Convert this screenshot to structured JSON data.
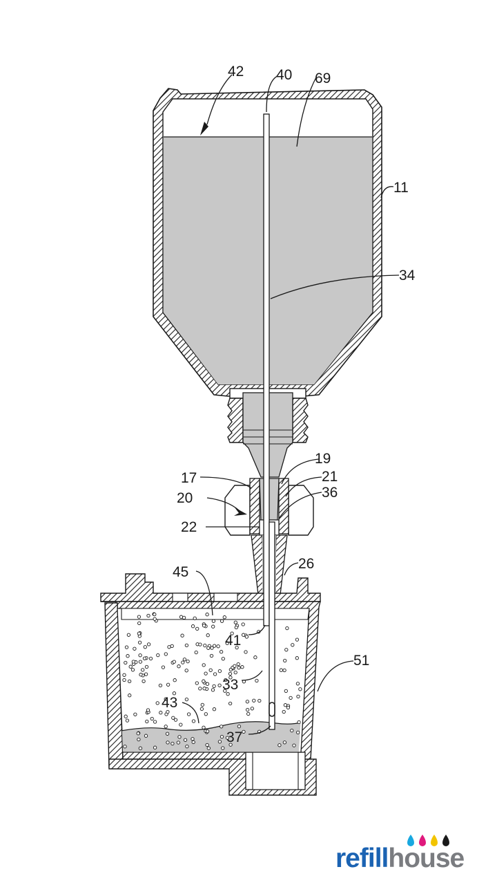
{
  "labels": [
    {
      "id": "42",
      "text": "42"
    },
    {
      "id": "40",
      "text": "40"
    },
    {
      "id": "69",
      "text": "69"
    },
    {
      "id": "11",
      "text": "11"
    },
    {
      "id": "34",
      "text": "34"
    },
    {
      "id": "19",
      "text": "19"
    },
    {
      "id": "17",
      "text": "17"
    },
    {
      "id": "21",
      "text": "21"
    },
    {
      "id": "20",
      "text": "20"
    },
    {
      "id": "36",
      "text": "36"
    },
    {
      "id": "22",
      "text": "22"
    },
    {
      "id": "26",
      "text": "26"
    },
    {
      "id": "45",
      "text": "45"
    },
    {
      "id": "41",
      "text": "41"
    },
    {
      "id": "51",
      "text": "51"
    },
    {
      "id": "33",
      "text": "33"
    },
    {
      "id": "43",
      "text": "43"
    },
    {
      "id": "37",
      "text": "37"
    }
  ],
  "logo": {
    "part1": "refill",
    "part2": "house",
    "colors": {
      "part1": "#1b63b3",
      "part2": "#7a7c80",
      "drop1": "#18a8e0",
      "drop2": "#e0197d",
      "drop3": "#f2c400",
      "drop4": "#1a1a1a"
    }
  },
  "colors": {
    "ink": "#1a1a1a",
    "fluid": "#c8c8c8",
    "hatch": "#1a1a1a",
    "background": "#ffffff"
  }
}
